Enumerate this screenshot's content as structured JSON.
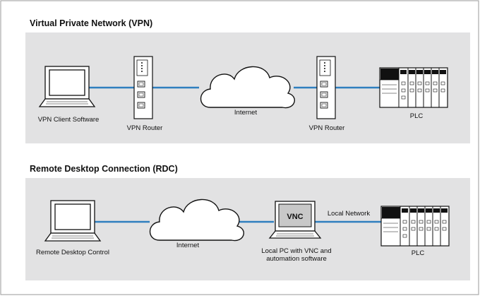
{
  "vpn": {
    "title": "Virtual Private Network (VPN)",
    "labels": {
      "client": "VPN Client Software",
      "router_left": "VPN Router",
      "internet": "Internet",
      "router_right": "VPN Router",
      "plc": "PLC"
    }
  },
  "rdc": {
    "title": "Remote Desktop Connection (RDC)",
    "labels": {
      "control": "Remote Desktop Control",
      "internet": "Internet",
      "local_pc_line1": "Local PC with VNC and",
      "local_pc_line2": "automation software",
      "vnc": "VNC",
      "local_network": "Local Network",
      "plc": "PLC"
    }
  },
  "colors": {
    "panel": "#e2e2e3",
    "link": "#2f7fbf",
    "frame": "#9a9a9a"
  }
}
